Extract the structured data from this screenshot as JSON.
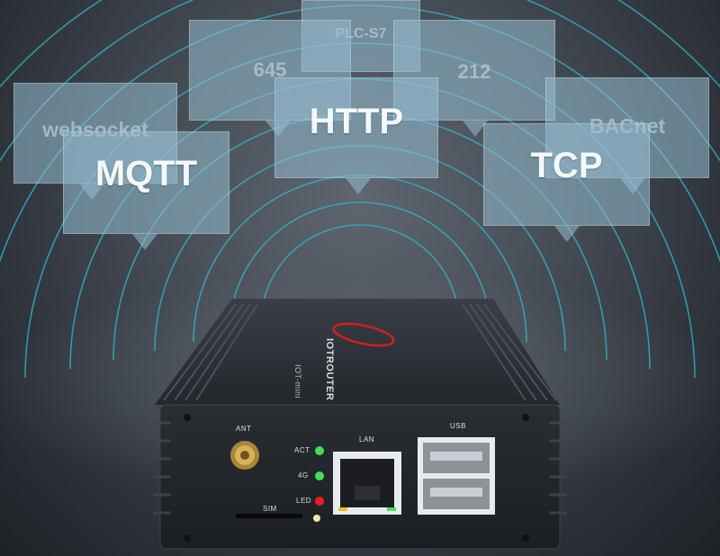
{
  "protocol_bubbles": {
    "plc_s7": "PLC-S7",
    "port_645": "645",
    "port_212": "212",
    "websocket": "websocket",
    "http": "HTTP",
    "bacnet": "BACnet",
    "mqtt": "MQTT",
    "tcp": "TCP"
  },
  "device": {
    "brand": "IOTROUTER",
    "model": "IOT-mini",
    "ports": {
      "ant": "ANT",
      "lan": "LAN",
      "usb": "USB",
      "sim": "SIM"
    },
    "leds": {
      "act": "ACT",
      "fourg": "4G",
      "led": "LED"
    }
  },
  "colors": {
    "wave": "#2fb8d0",
    "bubble": "#96bed2",
    "led_green": "#3ee05a",
    "led_red": "#e82020",
    "device_body": "#2b2f35"
  }
}
